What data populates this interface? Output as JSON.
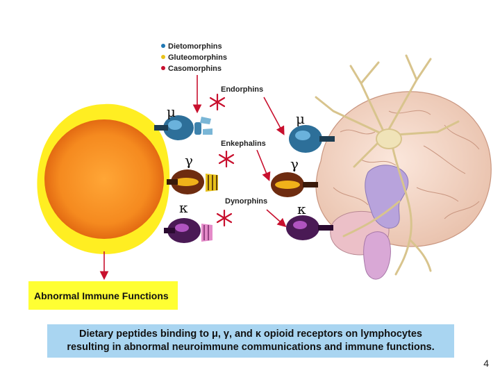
{
  "legend": {
    "items": [
      {
        "label": "Dietomorphins",
        "color": "#1f78b4"
      },
      {
        "label": "Gluteomorphins",
        "color": "#e8c21a"
      },
      {
        "label": "Casomorphins",
        "color": "#c8102e"
      }
    ]
  },
  "labels": {
    "endorphins": "Endorphins",
    "enkephalins": "Enkephalins",
    "dynorphins": "Dynorphins"
  },
  "receptors": {
    "mu": "μ",
    "gamma": "γ",
    "kappa": "κ"
  },
  "abnormal_box": {
    "text": "Abnormal Immune Functions",
    "color": "#ffff33"
  },
  "caption": {
    "line1": "Dietary peptides binding to μ, γ, and κ opioid receptors on lymphocytes",
    "line2": "resulting in abnormal neuroimmune communications and immune functions.",
    "color": "#a9d5f1"
  },
  "page_number": "4",
  "colors": {
    "arrow": "#c8102e",
    "lymphocyte_core": "#f58a1f",
    "lymphocyte_halo": "#ffee22",
    "brain": "#f2d8c9",
    "neuron": "#e8d9a8"
  }
}
